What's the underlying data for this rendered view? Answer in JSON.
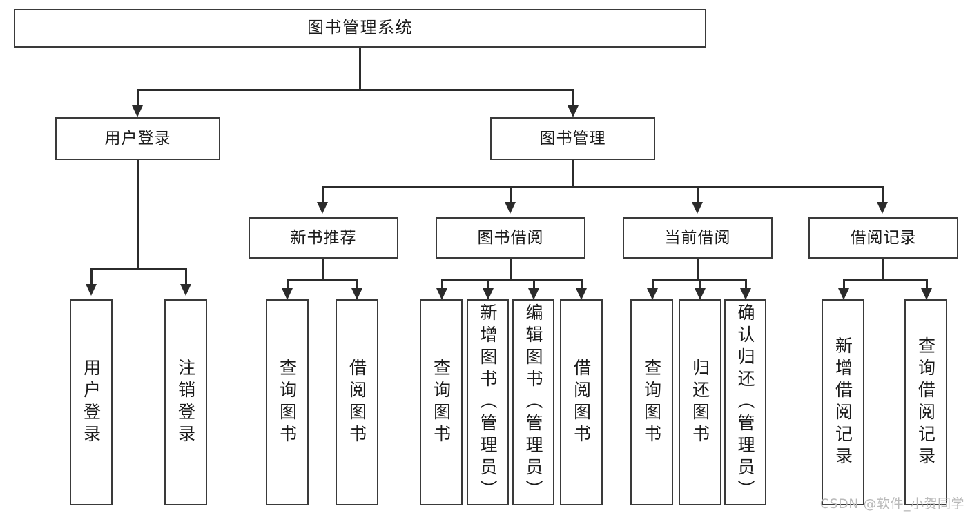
{
  "diagram": {
    "title": "图书管理系统",
    "type": "tree",
    "watermark": "CSDN @软件_小贺同学",
    "colors": {
      "box_border": "#3a3a3a",
      "connector": "#2b2b2b",
      "background": "#ffffff",
      "text": "#1b1b1b",
      "watermark": "#b9b9b9"
    },
    "levels": {
      "root": {
        "label": "图书管理系统"
      },
      "level2": [
        {
          "label": "用户登录"
        },
        {
          "label": "图书管理"
        }
      ],
      "level3": [
        {
          "label": "新书推荐"
        },
        {
          "label": "图书借阅"
        },
        {
          "label": "当前借阅"
        },
        {
          "label": "借阅记录"
        }
      ],
      "leaves": {
        "user_login": [
          {
            "label": "用户登录"
          },
          {
            "label": "注销登录"
          }
        ],
        "new_book_recommend": [
          {
            "label": "查询图书"
          },
          {
            "label": "借阅图书"
          }
        ],
        "book_borrow": [
          {
            "label": "查询图书"
          },
          {
            "label": "新增图书（管理员）"
          },
          {
            "label": "编辑图书（管理员）"
          },
          {
            "label": "借阅图书"
          }
        ],
        "current_borrow": [
          {
            "label": "查询图书"
          },
          {
            "label": "归还图书"
          },
          {
            "label": "确认归还（管理员）"
          }
        ],
        "borrow_record": [
          {
            "label": "新增借阅记录"
          },
          {
            "label": "查询借阅记录"
          }
        ]
      }
    }
  }
}
